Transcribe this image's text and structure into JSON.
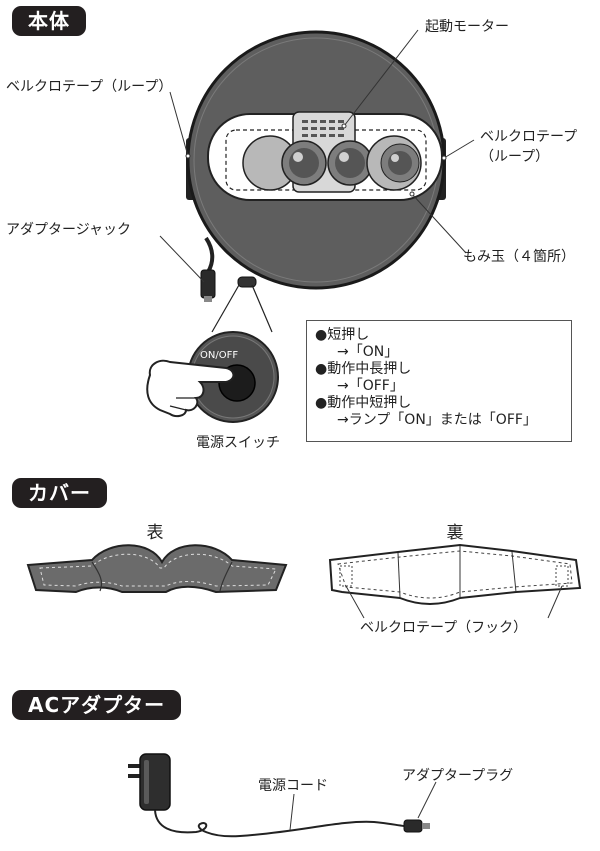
{
  "sections": {
    "main_unit": "本体",
    "cover": "カバー",
    "ac_adapter": "ACアダプター"
  },
  "main_unit": {
    "labels": {
      "startup_motor": "起動モーター",
      "velcro_loop_left": "ベルクロテープ（ループ）",
      "velcro_loop_right_1": "ベルクロテープ",
      "velcro_loop_right_2": "（ループ）",
      "adapter_jack": "アダプタージャック",
      "massage_balls": "もみ玉（４箇所）",
      "power_switch": "電源スイッチ",
      "switch_text": "ON/OFF"
    },
    "notes": [
      {
        "bullet": "●短押し",
        "detail": "→「ON」"
      },
      {
        "bullet": "●動作中長押し",
        "detail": "→「OFF」"
      },
      {
        "bullet": "●動作中短押し",
        "detail": "→ランプ「ON」または「OFF」"
      }
    ]
  },
  "cover": {
    "front_label": "表",
    "back_label": "裏",
    "velcro_hook": "ベルクロテープ（フック）"
  },
  "ac_adapter": {
    "cord_label": "電源コード",
    "plug_label": "アダプタープラグ"
  }
}
